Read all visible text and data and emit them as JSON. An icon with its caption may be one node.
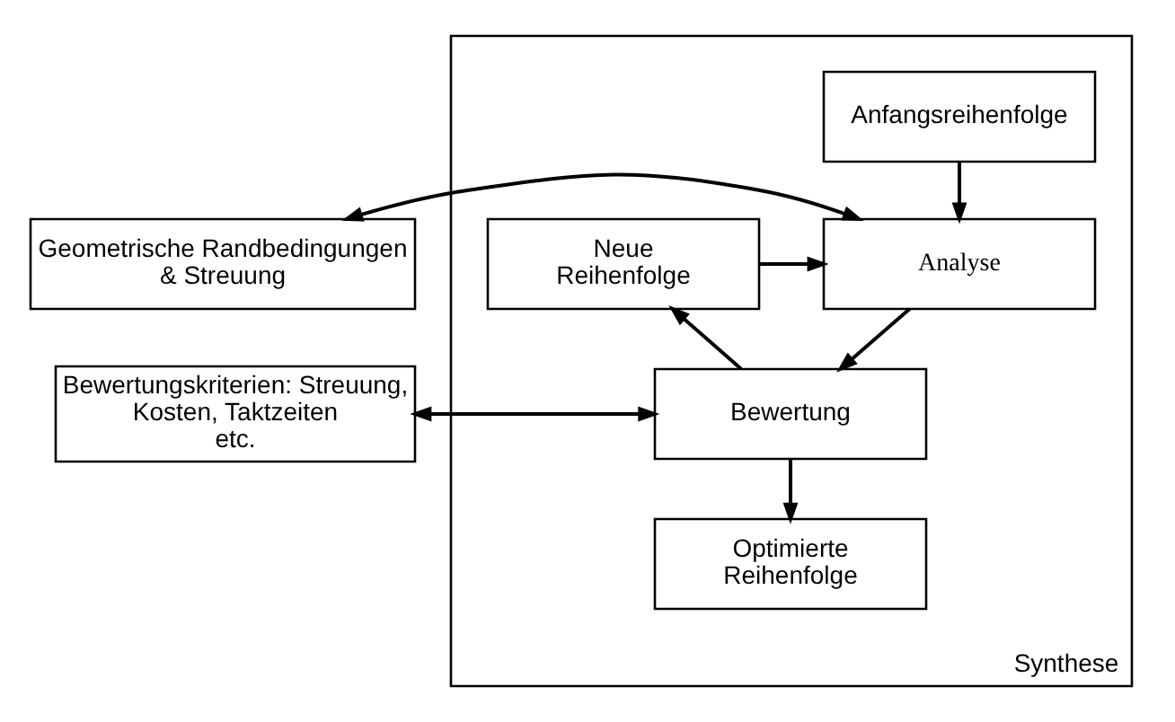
{
  "diagram": {
    "nodes": [
      {
        "text": [
          "Synthese"
        ]
      },
      {
        "text": [
          "Anfangsreihenfolge"
        ],
        "in": 0
      },
      {
        "text": [
          "Analyse"
        ],
        "in": 0
      },
      {
        "text": [
          "Neue Reihenfolge"
        ],
        "in": 0
      },
      {
        "text": [
          "Bewertung"
        ],
        "in": 0
      },
      {
        "text": [
          "Optimierte Reihenfolge"
        ],
        "in": 0
      },
      {
        "text": [
          "Geometrische Randbedingungen & Streuung"
        ]
      },
      {
        "text": [
          "Bewertungskriterien: Streuung, Kosten, Taktzeiten etc."
        ]
      }
    ],
    "edges": [
      {
        "from": 1,
        "to": 2,
        "arrow": "to"
      },
      {
        "from": 3,
        "to": 2,
        "arrow": "to"
      },
      {
        "from": 2,
        "to": 4,
        "arrow": "to"
      },
      {
        "from": 4,
        "to": 3,
        "arrow": "to"
      },
      {
        "from": 4,
        "to": 5,
        "arrow": "to"
      },
      {
        "from": 6,
        "to": 2,
        "arrow": "both"
      },
      {
        "from": 7,
        "to": 4,
        "arrow": "both"
      }
    ]
  }
}
